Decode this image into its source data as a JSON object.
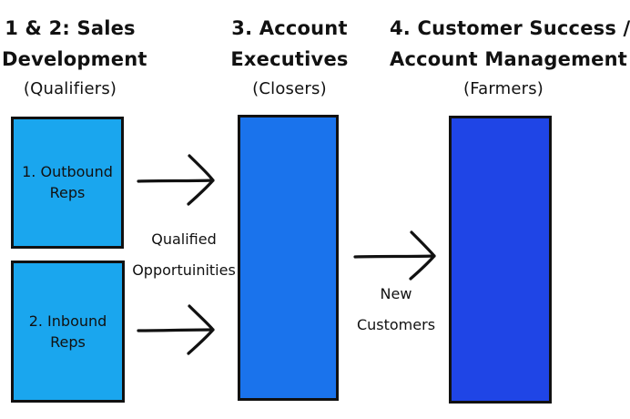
{
  "columns": [
    {
      "title_lines": [
        "1 & 2: Sales",
        "Development"
      ],
      "subtitle": "(Qualifiers)"
    },
    {
      "title_lines": [
        "3. Account",
        "Executives"
      ],
      "subtitle": "(Closers)"
    },
    {
      "title_lines": [
        "4. Customer Success /",
        "Account Management"
      ],
      "subtitle": "(Farmers)"
    }
  ],
  "boxes": {
    "outbound": {
      "lines": [
        "1. Outbound",
        "Reps"
      ]
    },
    "inbound": {
      "lines": [
        "2. Inbound",
        "Reps"
      ]
    }
  },
  "flow_labels": {
    "qualified": [
      "Qualified",
      "Opportuinities"
    ],
    "new_customers": [
      "New",
      "Customers"
    ]
  },
  "colors": {
    "sales_dev": "#1aa6ee",
    "account_execs": "#1a73ec",
    "customer_success": "#1f45e6",
    "outline": "#111111"
  }
}
